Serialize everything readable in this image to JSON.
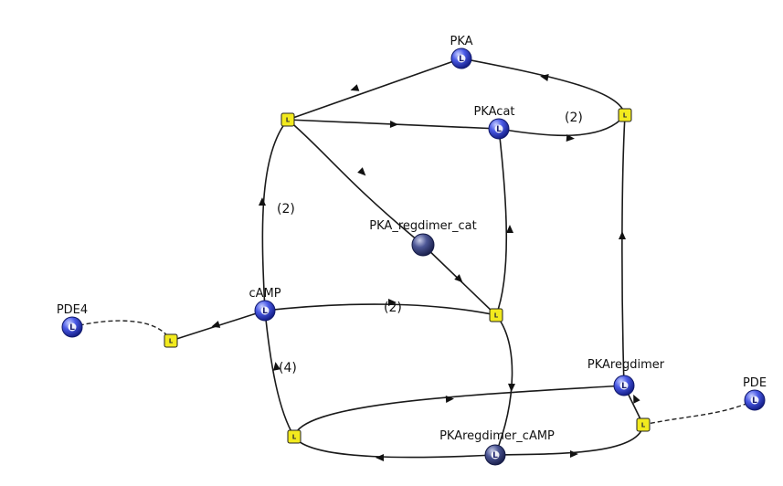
{
  "species": [
    {
      "key": "pka",
      "label": "PKA",
      "locked": true,
      "glyph": "L",
      "color": "#3b4fd6"
    },
    {
      "key": "pkacat",
      "label": "PKAcat",
      "locked": true,
      "glyph": "L",
      "color": "#3b4fd6"
    },
    {
      "key": "pka-regdimer-cat",
      "label": "PKA_regdimer_cat",
      "locked": false,
      "glyph": "",
      "color": "#3c4a9a"
    },
    {
      "key": "camp",
      "label": "cAMP",
      "locked": true,
      "glyph": "L",
      "color": "#3b4fd6"
    },
    {
      "key": "pde4",
      "label": "PDE4",
      "locked": true,
      "glyph": "L",
      "color": "#3b4fd6"
    },
    {
      "key": "pkaregdimer",
      "label": "PKAregdimer",
      "locked": true,
      "glyph": "L",
      "color": "#3b4fd6"
    },
    {
      "key": "pkaregdimer-camp",
      "label": "PKAregdimer_cAMP",
      "locked": true,
      "glyph": "L",
      "color": "#3c4a9a"
    },
    {
      "key": "pde",
      "label": "PDE",
      "locked": true,
      "glyph": "L",
      "color": "#3b4fd6"
    }
  ],
  "reactions": [
    {
      "key": "r1",
      "glyph": "L"
    },
    {
      "key": "r2",
      "glyph": "L"
    },
    {
      "key": "r3",
      "glyph": "L"
    },
    {
      "key": "r4",
      "glyph": "L"
    },
    {
      "key": "r5",
      "glyph": "L"
    },
    {
      "key": "r6",
      "glyph": "L"
    }
  ],
  "stoichiometry": {
    "pkacat_out": "(2)",
    "camp_up": "(2)",
    "camp_right": "(2)",
    "camp_down": "(4)"
  },
  "colors": {
    "species_locked": "#3b4fd6",
    "species_complex": "#3c4a9a",
    "reaction_box": "#f2ea1e"
  }
}
